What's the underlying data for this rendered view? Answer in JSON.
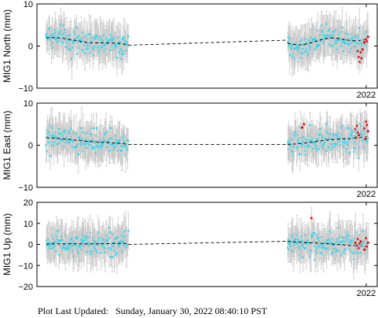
{
  "footer": {
    "label": "Plot Last Updated:",
    "value": "Sunday, January 30, 2022 08:40:10 PST"
  },
  "colors": {
    "points": "#22d8f0",
    "recent_points": "#e01010",
    "error_bars": "#c8c8c8",
    "trend": "#000000",
    "frame": "#000000"
  },
  "chart_data": [
    {
      "type": "scatter",
      "ylabel": "MIG1 North (mm)",
      "ylim": [
        -10,
        10
      ],
      "yticks": [
        "10",
        "0",
        "−10"
      ],
      "xtick_label": "2022",
      "segments": [
        {
          "start": 2004.5,
          "end": 2009.0,
          "level": 1.8,
          "trend": [
            2.0,
            0.2
          ],
          "spread": 1.8
        },
        {
          "start": 2017.7,
          "end": 2022.1,
          "level": -0.5,
          "trend": [
            0.6,
            2.0
          ],
          "spread": 1.6
        }
      ],
      "gap_line": [
        [
          2009.0,
          0.2
        ],
        [
          2017.7,
          1.4
        ]
      ],
      "recent_points": [
        [
          2021.55,
          -1.2
        ],
        [
          2021.6,
          -2.6
        ],
        [
          2021.65,
          -3.8
        ],
        [
          2021.7,
          -1.5
        ],
        [
          2021.75,
          -2.9
        ],
        [
          2021.8,
          -0.8
        ],
        [
          2021.9,
          0.9
        ],
        [
          2022.0,
          1.6
        ],
        [
          2022.05,
          1.1
        ],
        [
          2022.1,
          2.2
        ]
      ],
      "yaxis": "MIG1 North (mm)"
    },
    {
      "type": "scatter",
      "ylabel": "MIG1 East (mm)",
      "ylim": [
        -10,
        10
      ],
      "yticks": [
        "10",
        "0",
        "−10"
      ],
      "xtick_label": "2022",
      "segments": [
        {
          "start": 2004.5,
          "end": 2009.0,
          "level": 1.2,
          "trend": [
            1.8,
            0.2
          ],
          "spread": 1.7
        },
        {
          "start": 2017.7,
          "end": 2022.1,
          "level": 0.8,
          "trend": [
            0.2,
            2.1
          ],
          "spread": 2.0
        }
      ],
      "gap_line": [
        [
          2009.0,
          0.2
        ],
        [
          2017.7,
          0.2
        ]
      ],
      "recent_points": [
        [
          2018.5,
          4.2
        ],
        [
          2018.6,
          5.0
        ],
        [
          2021.4,
          3.8
        ],
        [
          2021.45,
          1.8
        ],
        [
          2021.5,
          4.6
        ],
        [
          2021.55,
          3.0
        ],
        [
          2021.6,
          2.4
        ],
        [
          2021.9,
          4.0
        ],
        [
          2022.0,
          5.6
        ],
        [
          2022.05,
          4.8
        ],
        [
          2022.1,
          3.3
        ],
        [
          2021.95,
          1.5
        ]
      ],
      "yaxis": "MIG1 East (mm)"
    },
    {
      "type": "scatter",
      "ylabel": "MIG1 Up (mm)",
      "ylim": [
        -20,
        20
      ],
      "yticks": [
        "20",
        "10",
        "0",
        "−10",
        "−20"
      ],
      "xtick_label": "2022",
      "segments": [
        {
          "start": 2004.5,
          "end": 2009.0,
          "level": 0.5,
          "trend": [
            0.2,
            0.4
          ],
          "spread": 3.5
        },
        {
          "start": 2017.7,
          "end": 2022.1,
          "level": 0.0,
          "trend": [
            1.5,
            -1.0
          ],
          "spread": 4.0
        }
      ],
      "gap_line": [
        [
          2009.0,
          0.0
        ],
        [
          2017.7,
          1.5
        ]
      ],
      "recent_points": [
        [
          2019.0,
          12.5
        ],
        [
          2021.4,
          0.8
        ],
        [
          2021.5,
          -0.5
        ],
        [
          2021.55,
          2.5
        ],
        [
          2021.6,
          -1.8
        ],
        [
          2021.65,
          0.4
        ],
        [
          2021.7,
          1.4
        ],
        [
          2021.9,
          -2.5
        ],
        [
          2022.0,
          3.0
        ],
        [
          2022.05,
          -1.0
        ],
        [
          2022.1,
          0.8
        ]
      ],
      "yaxis": "MIG1 Up (mm)"
    }
  ]
}
